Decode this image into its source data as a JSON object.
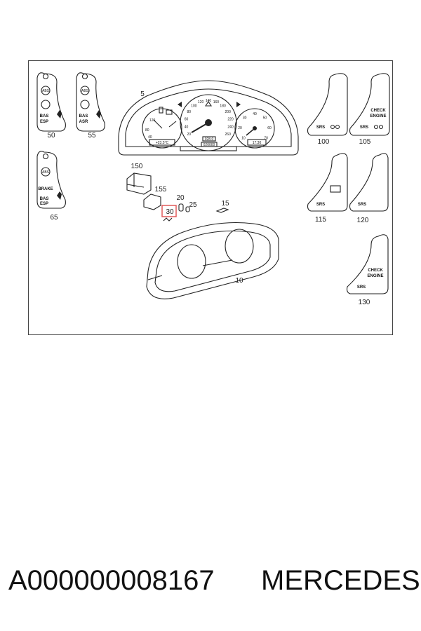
{
  "callouts": {
    "c5": "5",
    "c10": "10",
    "c15": "15",
    "c20": "20",
    "c25": "25",
    "c30": "30",
    "c50": "50",
    "c55": "55",
    "c65": "65",
    "c100": "100",
    "c105": "105",
    "c115": "115",
    "c120": "120",
    "c130": "130",
    "c150": "150",
    "c155": "155"
  },
  "panel_text": {
    "abs": "ABS",
    "bas": "BAS",
    "esp": "ESP",
    "asr": "ASR",
    "brake": "BRAKE",
    "srs": "SRS",
    "check": "CHECK",
    "engine": "ENGINE"
  },
  "cluster": {
    "temp_readout": "+23.5°C",
    "clock_readout": "17:30",
    "trip_readout": "028.0",
    "odometer_readout": "020000",
    "speed_ticks": [
      "20",
      "40",
      "60",
      "80",
      "100",
      "120",
      "140",
      "160",
      "180",
      "200",
      "220",
      "240",
      "260"
    ],
    "tach_ticks": [
      "10",
      "20",
      "30",
      "40",
      "50",
      "60",
      "70"
    ],
    "temp_ticks": [
      "120",
      "80",
      "40"
    ]
  },
  "highlight": {
    "part": "30",
    "color": "#e05a5a"
  },
  "caption": {
    "part_number": "A000000008167",
    "brand": "MERCEDES"
  }
}
